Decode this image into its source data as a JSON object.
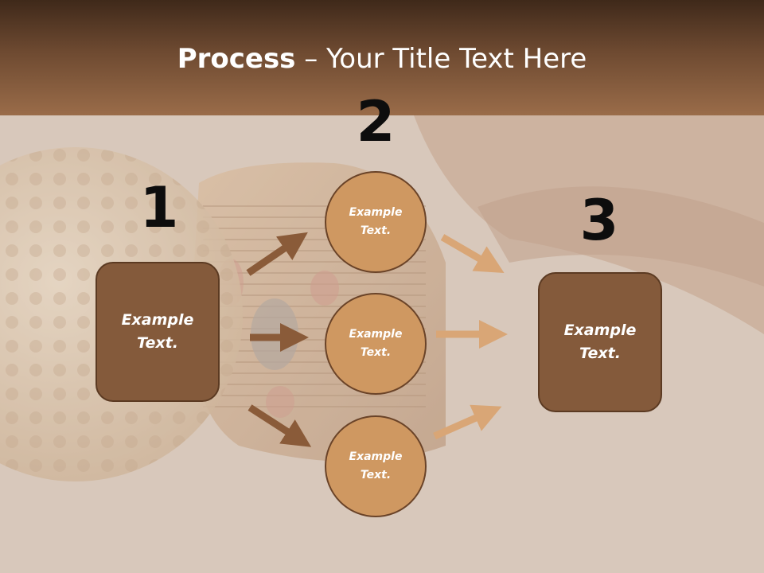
{
  "slide": {
    "title_bold": "Process",
    "title_rest": " – Your Title Text Here"
  },
  "steps": {
    "one": {
      "number": "1",
      "text": "Example Text."
    },
    "two": {
      "number": "2",
      "items": [
        "Example Text.",
        "Example Text.",
        "Example Text."
      ]
    },
    "three": {
      "number": "3",
      "text": "Example Text."
    }
  },
  "colors": {
    "header": "#6e4a31",
    "box_fill": "#845a3b",
    "circle_fill": "#cf9861",
    "arrow_dark": "#8a5b39",
    "arrow_light": "#d9a676",
    "number_text": "#0d0d0d"
  }
}
